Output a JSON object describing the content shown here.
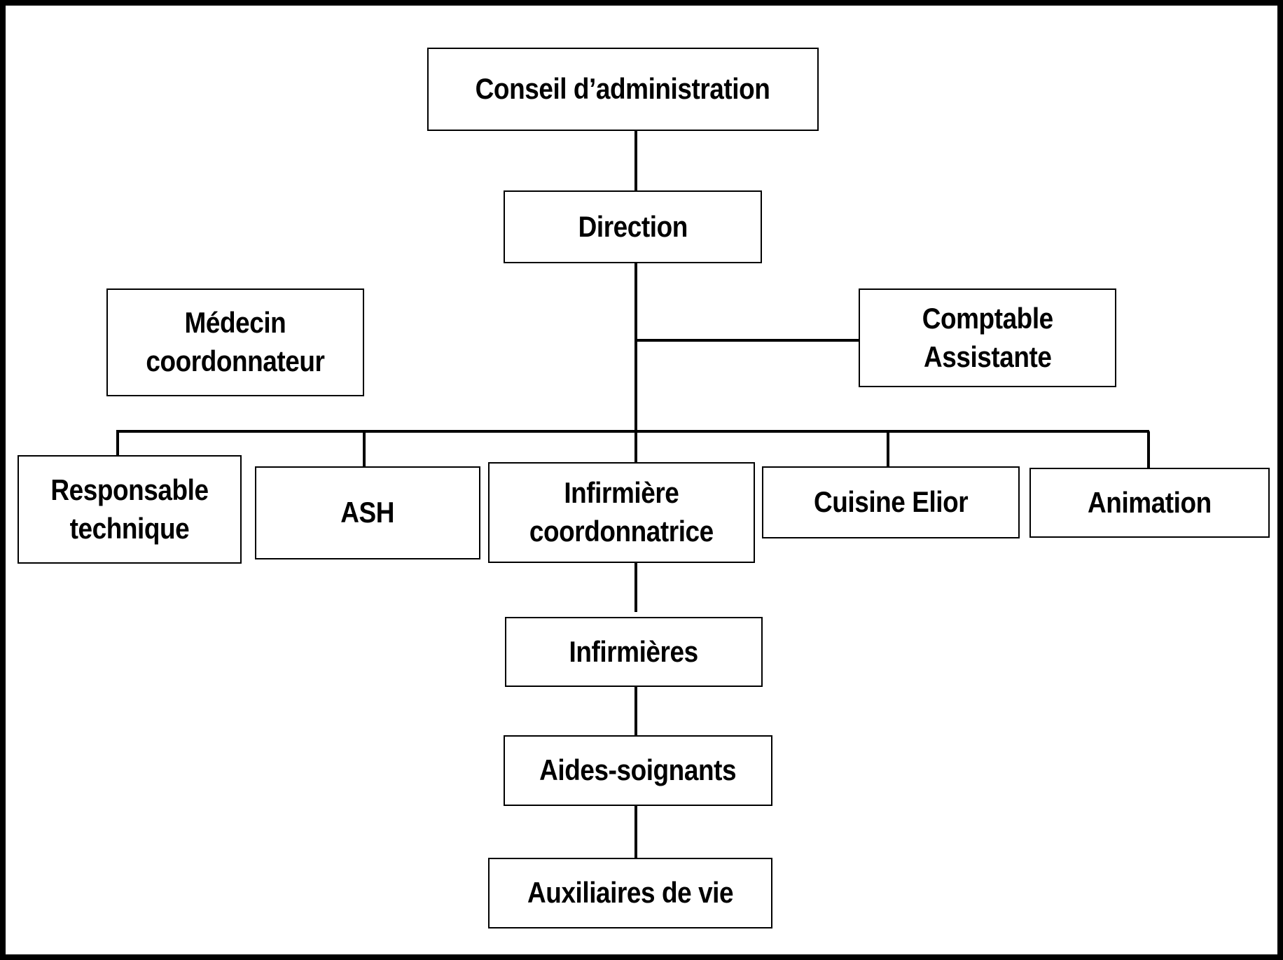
{
  "org_chart": {
    "nodes": {
      "conseil": "Conseil d’administration",
      "direction": "Direction",
      "medecin": "Médecin\ncoordonnateur",
      "comptable": "Comptable\nAssistante",
      "responsable": "Responsable\ntechnique",
      "ash": "ASH",
      "infirmiere_coord": "Infirmière\ncoordonnatrice",
      "cuisine": "Cuisine Elior",
      "animation": "Animation",
      "infirmieres": "Infirmières",
      "aides": "Aides-soignants",
      "auxiliaires": "Auxiliaires de vie"
    },
    "colors": {
      "line": "#000000",
      "box_border": "#000000",
      "background": "#ffffff"
    }
  }
}
